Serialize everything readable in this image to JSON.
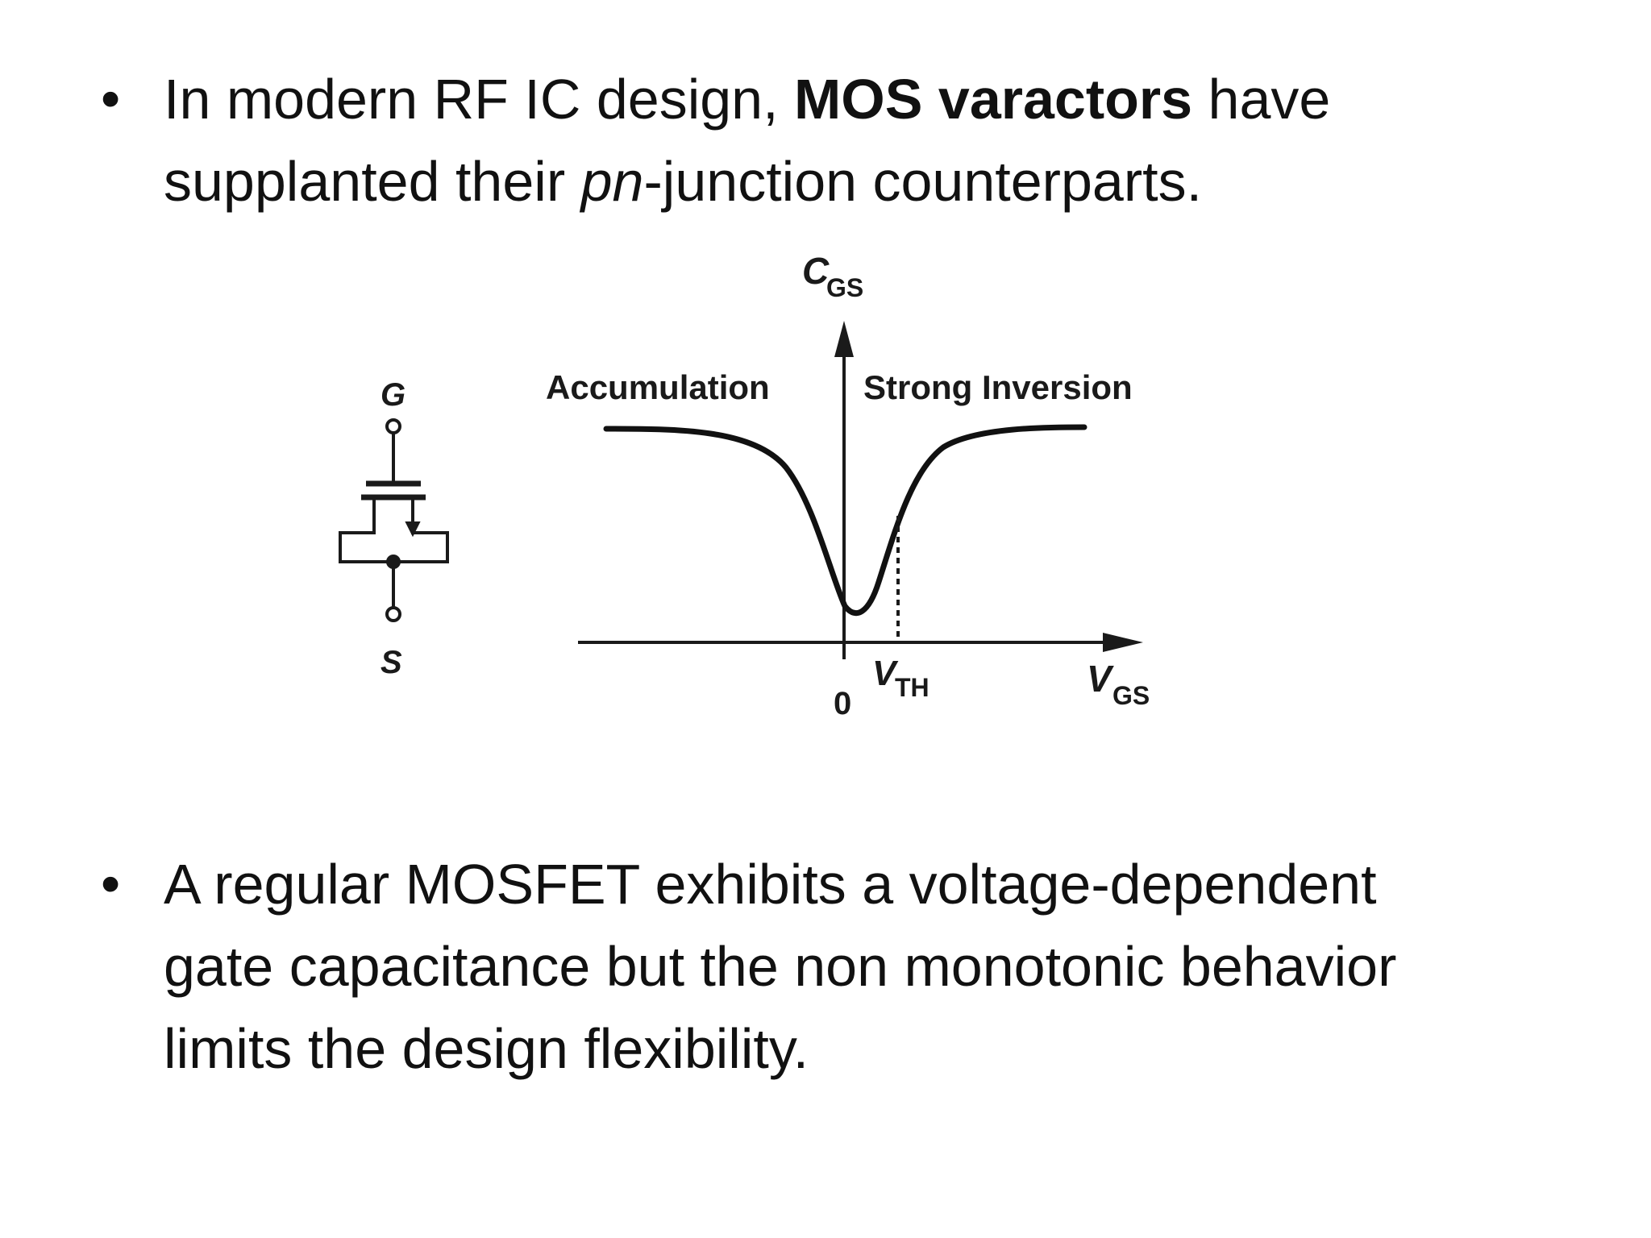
{
  "bullets": [
    {
      "symbol": "•",
      "line1": {
        "pre": "In modern RF IC design, ",
        "bold": "MOS varactors",
        "post": " have"
      },
      "line2": {
        "pre": "supplanted their ",
        "italic": "pn",
        "post": "-junction counterparts."
      }
    },
    {
      "symbol": "•",
      "lines": [
        "A regular MOSFET exhibits a voltage-dependent",
        "gate capacitance but the non monotonic behavior",
        "limits the design flexibility."
      ]
    }
  ],
  "figure": {
    "transistor": {
      "gate_label": "G",
      "source_label": "S"
    },
    "graph": {
      "y_axis_label": "C",
      "y_axis_subscript": "GS",
      "x_axis_label": "V",
      "x_axis_subscript": "GS",
      "origin_label": "0",
      "threshold_label": "V",
      "threshold_subscript": "TH",
      "region_left": "Accumulation",
      "region_right": "Strong Inversion"
    }
  }
}
